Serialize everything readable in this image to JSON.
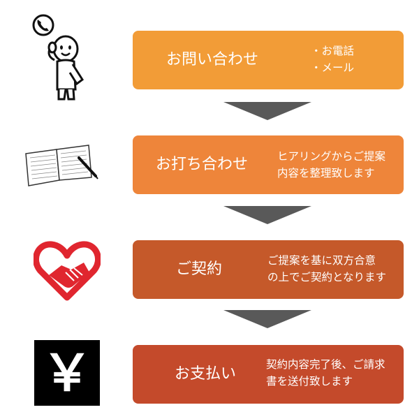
{
  "steps": [
    {
      "title": "お問い合わせ",
      "desc_lines": [
        "・お電話",
        "・メール"
      ],
      "color": "#f29c37",
      "icon": "phone-call-person-icon"
    },
    {
      "title": "お打ち合わせ",
      "desc_lines": [
        "ヒアリングからご提案",
        "内容を整理致します"
      ],
      "color": "#ee853a",
      "icon": "notebook-pen-icon"
    },
    {
      "title": "ご契約",
      "desc_lines": [
        "ご提案を基に双方合意",
        "の上でご契約となります"
      ],
      "color": "#c5592a",
      "icon": "heart-handshake-icon"
    },
    {
      "title": "お支払い",
      "desc_lines": [
        "契約内容完了後、ご請求",
        "書を送付致します"
      ],
      "color": "#c44a2b",
      "icon": "yen-icon"
    }
  ],
  "yen_symbol": "￥",
  "arrow_color": "#595959"
}
